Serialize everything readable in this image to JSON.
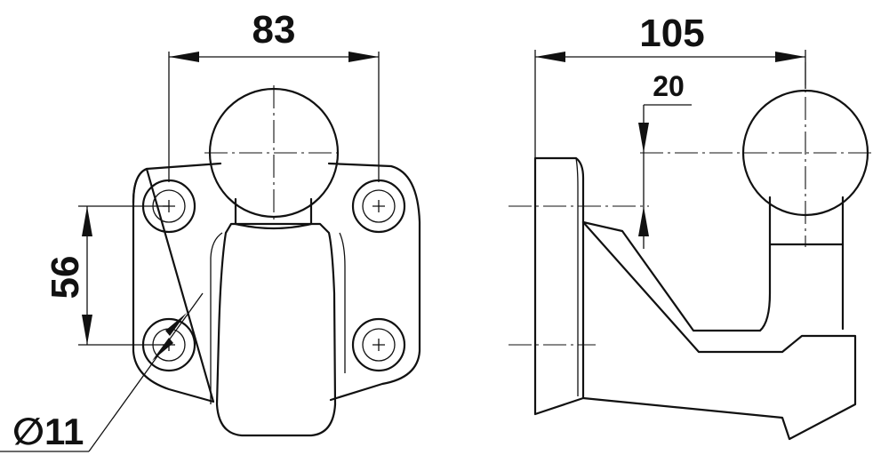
{
  "dimensions": {
    "bolt_spacing_horizontal": "83",
    "bolt_spacing_vertical": "56",
    "hole_diameter": "∅11",
    "overall_length": "105",
    "ball_offset": "20"
  }
}
